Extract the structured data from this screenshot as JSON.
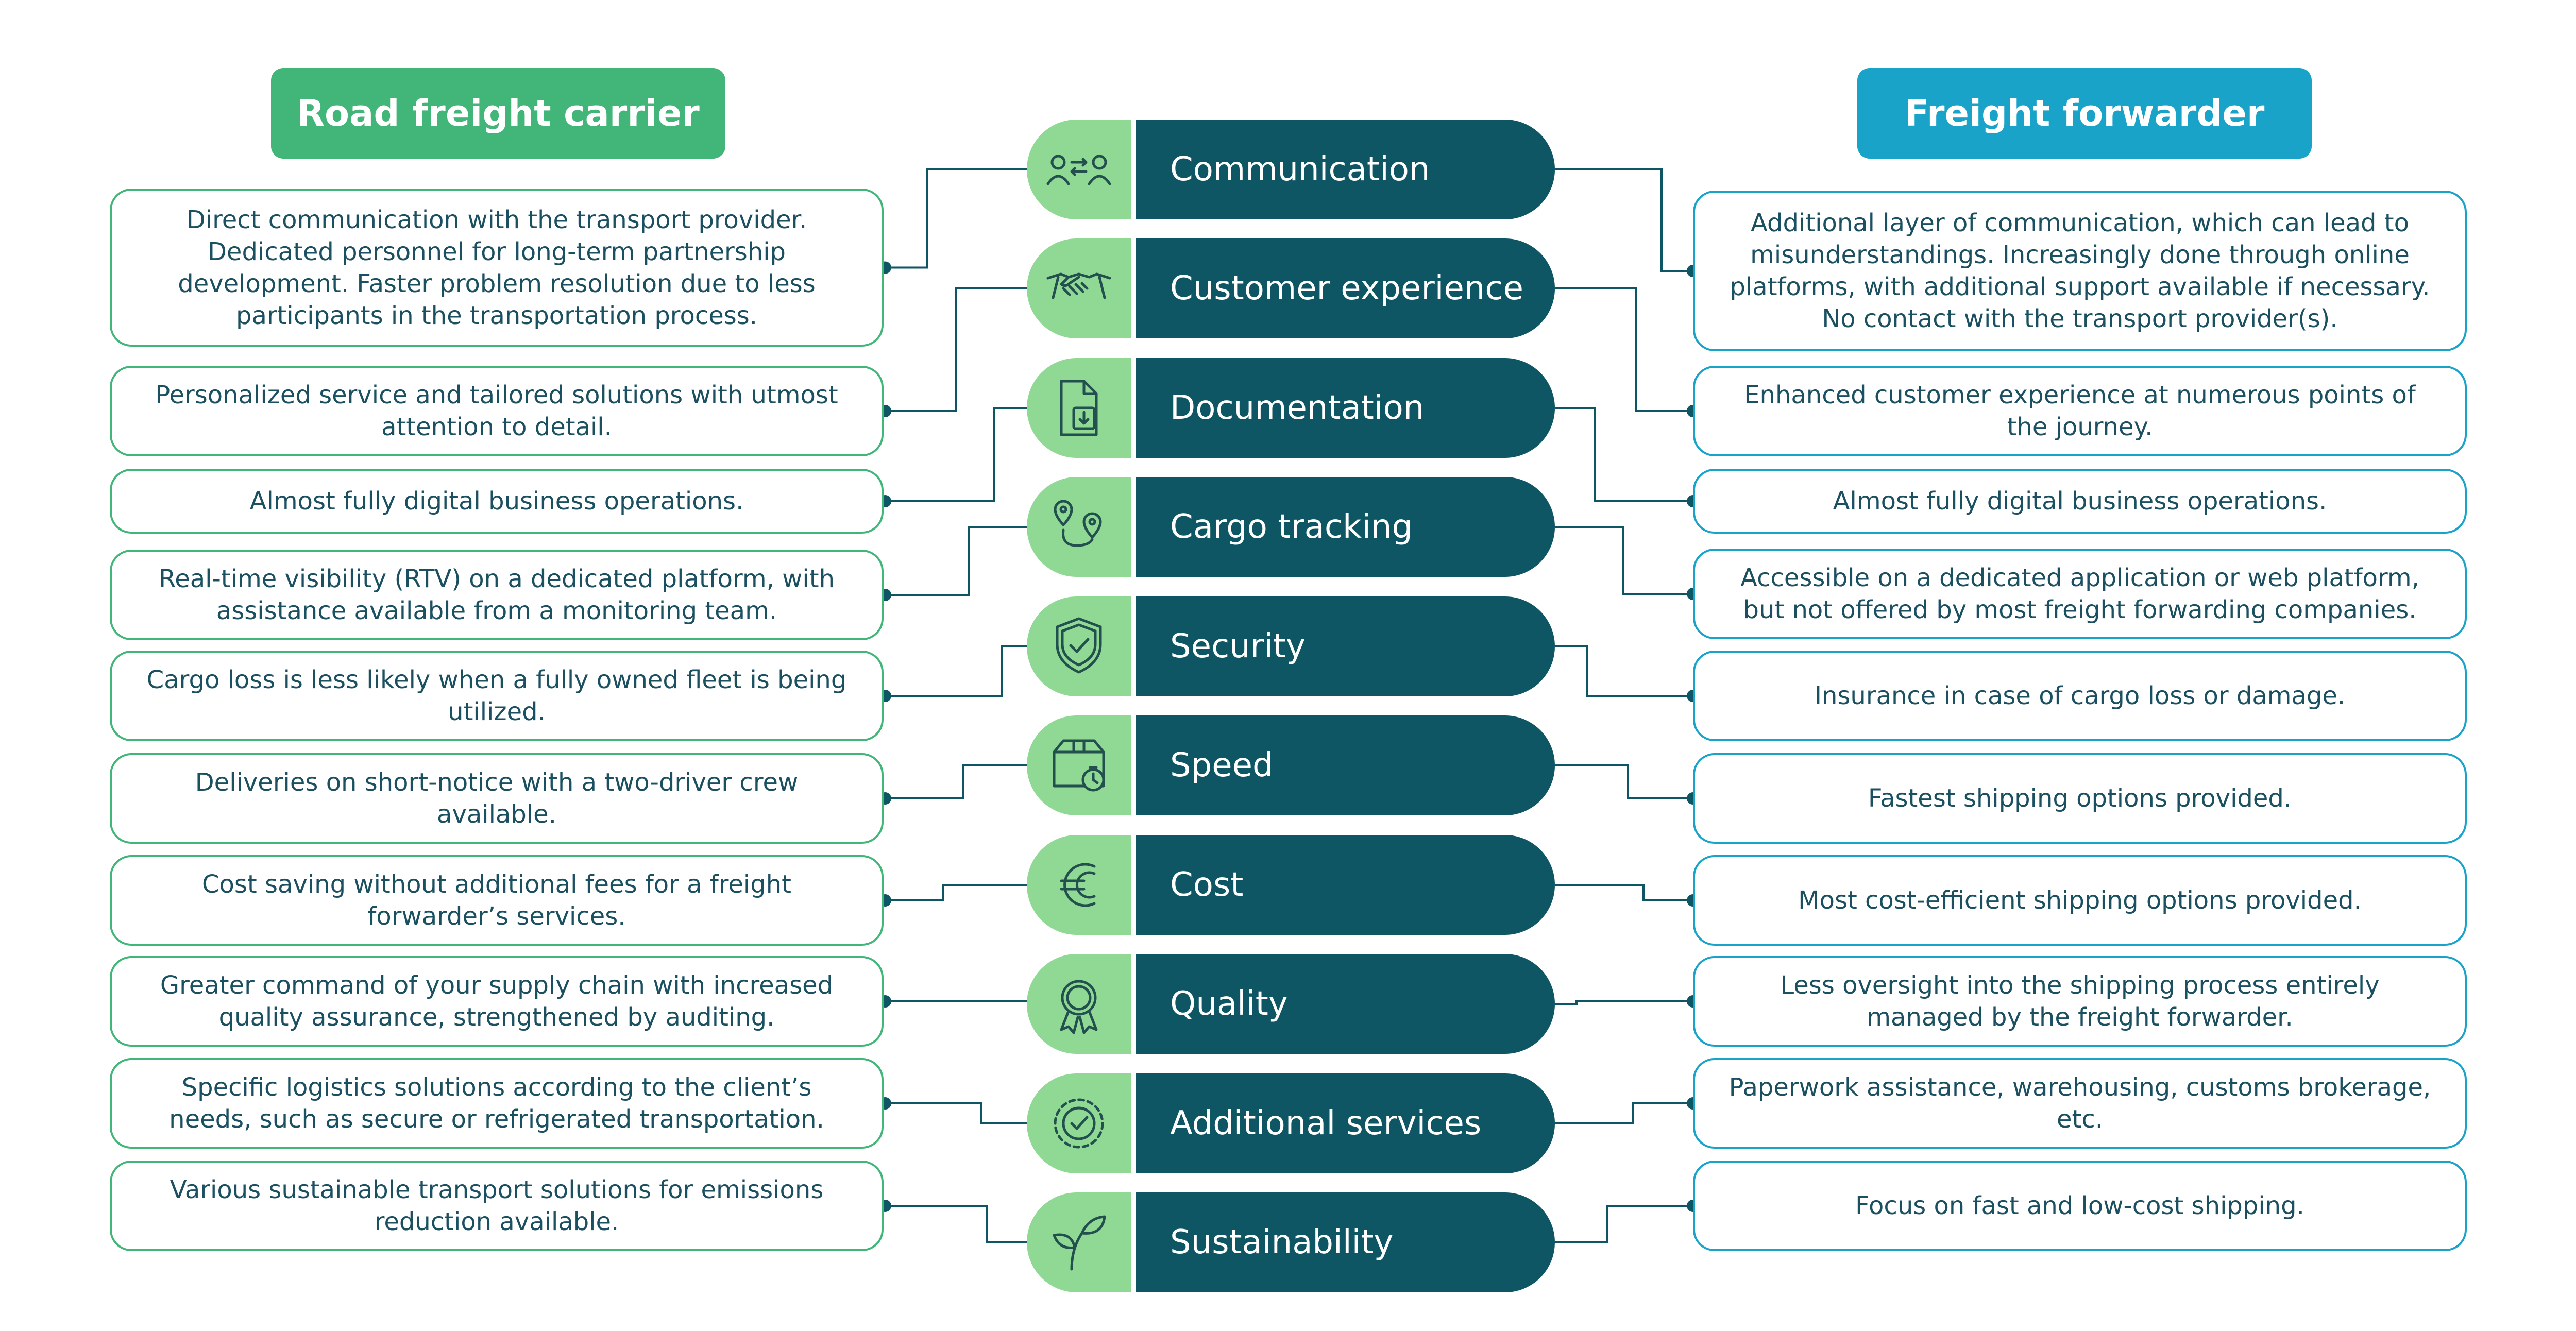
{
  "colors": {
    "carrier_green": "#42b678",
    "forwarder_blue": "#1aa3c8",
    "topic_dark": "#0f5665",
    "icon_bg": "#8fd994",
    "icon_stroke": "#23504f"
  },
  "headers": {
    "left": "Road freight carrier",
    "right": "Freight forwarder"
  },
  "topics": [
    {
      "label": "Communication",
      "icon": "people-exchange-icon"
    },
    {
      "label": "Customer experience",
      "icon": "handshake-icon"
    },
    {
      "label": "Documentation",
      "icon": "document-download-icon"
    },
    {
      "label": "Cargo tracking",
      "icon": "route-pins-icon"
    },
    {
      "label": "Security",
      "icon": "shield-check-icon"
    },
    {
      "label": "Speed",
      "icon": "box-stopwatch-icon"
    },
    {
      "label": "Cost",
      "icon": "euro-icon"
    },
    {
      "label": "Quality",
      "icon": "award-ribbon-icon"
    },
    {
      "label": "Additional services",
      "icon": "check-circle-icon"
    },
    {
      "label": "Sustainability",
      "icon": "sprout-icon"
    }
  ],
  "carrier": [
    "Direct communication with the transport provider. Dedicated personnel for long-term partnership development. Faster problem resolution due to less participants in the transportation process.",
    "Personalized service and tailored solutions with utmost attention to detail.",
    "Almost fully digital business operations.",
    "Real-time visibility (RTV) on a dedicated platform, with assistance available from a monitoring team.",
    "Cargo loss is less likely when a fully owned fleet is being utilized.",
    "Deliveries on short-notice with a two-driver crew available.",
    "Cost saving without additional fees for a freight forwarder’s services.",
    "Greater command of your supply chain with increased quality assurance, strengthened by auditing.",
    "Specific logistics solutions according to the client’s needs, such as secure or refrigerated transportation.",
    "Various sustainable transport solutions for emissions reduction available."
  ],
  "forwarder": [
    "Additional layer of communication, which can lead to misunderstandings. Increasingly done through online platforms, with additional support available if necessary. No contact with the transport provider(s).",
    "Enhanced customer experience at numerous points of the journey.",
    "Almost fully digital business operations.",
    "Accessible on a dedicated application or web platform, but not offered by most freight forwarding companies.",
    "Insurance in case of cargo loss or damage.",
    "Fastest shipping options provided.",
    "Most cost-efficient shipping options provided.",
    "Less oversight into the shipping process entirely managed by the freight forwarder.",
    "Paperwork assistance, warehousing, customs brokerage, etc.",
    "Focus on fast and low-cost shipping."
  ]
}
